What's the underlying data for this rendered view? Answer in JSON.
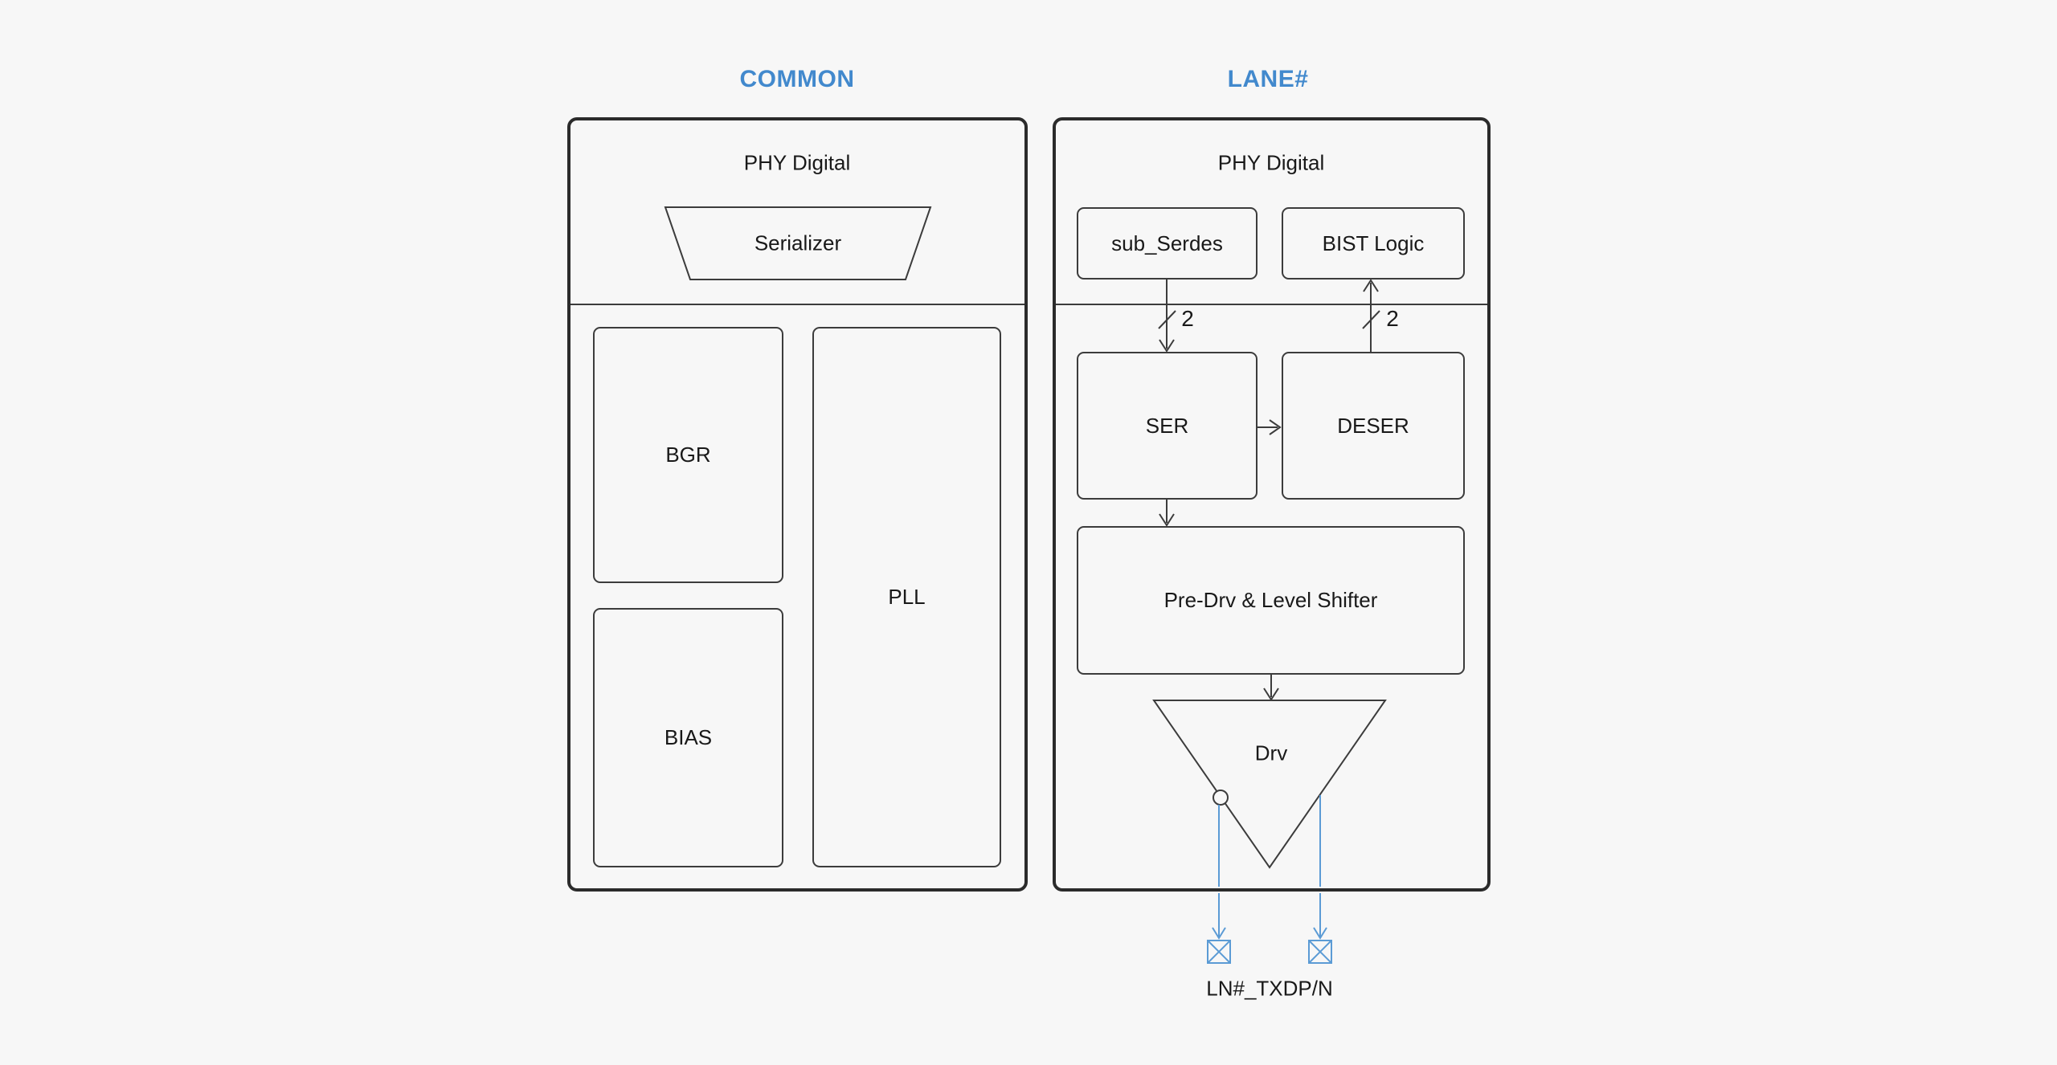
{
  "colors": {
    "background": "#f7f7f7",
    "accent_blue": "#4289cd",
    "connector_blue": "#5b9bd5",
    "line": "#3c3c3c",
    "panel_border": "#2b2b2b",
    "text": "#191919"
  },
  "titles": {
    "common": "COMMON",
    "lane": "LANE#"
  },
  "common_panel": {
    "header": "PHY Digital",
    "serializer_label": "Serializer",
    "bgr_label": "BGR",
    "bias_label": "BIAS",
    "pll_label": "PLL"
  },
  "lane_panel": {
    "header": "PHY Digital",
    "sub_serdes_label": "sub_Serdes",
    "bist_logic_label": "BIST Logic",
    "ser_label": "SER",
    "deser_label": "DESER",
    "predrv_label": "Pre-Drv & Level Shifter",
    "drv_label": "Drv",
    "ser_bus_width": "2",
    "deser_bus_width": "2",
    "output_pads_label": "LN#_TXDP/N"
  }
}
